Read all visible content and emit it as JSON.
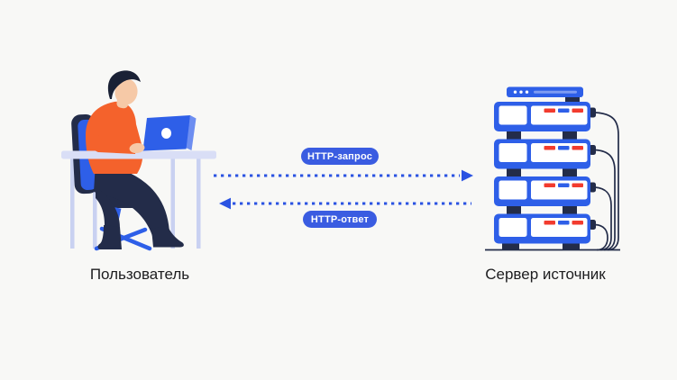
{
  "actor": {
    "label": "Пользователь"
  },
  "server": {
    "label": "Сервер источник"
  },
  "arrows": {
    "request": {
      "label": "HTTP-запрос",
      "direction": "right"
    },
    "response": {
      "label": "HTTP-ответ",
      "direction": "left"
    }
  },
  "illustrations": {
    "user": "person-at-desk-with-laptop",
    "server": "server-rack-4-units-with-cables"
  },
  "colors": {
    "background": "#f8f8f6",
    "primary_blue": "#2e5fe8",
    "pill_blue": "#3a5ce1",
    "arrow_blue": "#2b53e2",
    "navy": "#232c49",
    "orange": "#f4622c",
    "skin": "#f6c9a7",
    "desk_lavender": "#d9def6",
    "indicator_red": "#f23b2e",
    "text": "#1d1d1f"
  }
}
